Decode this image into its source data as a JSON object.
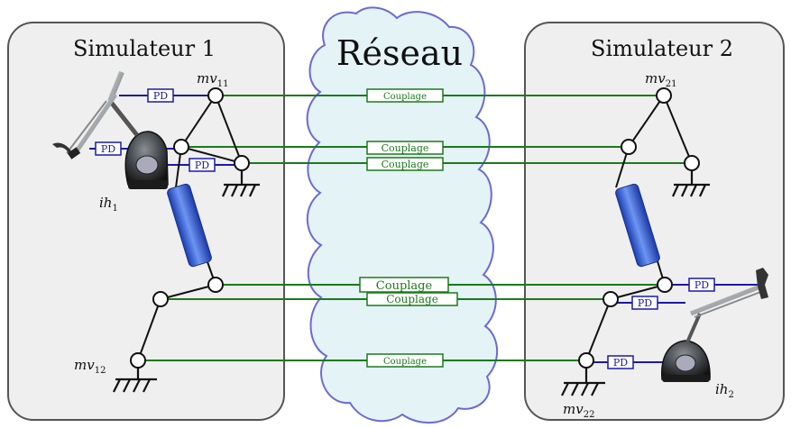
{
  "simulator_left": {
    "title": "Simulateur 1"
  },
  "simulator_right": {
    "title": "Simulateur 2"
  },
  "network": {
    "title": "Réseau"
  },
  "labels": {
    "mv11": {
      "base": "mv",
      "sub": "11"
    },
    "mv12": {
      "base": "mv",
      "sub": "12"
    },
    "mv21": {
      "base": "mv",
      "sub": "21"
    },
    "mv22": {
      "base": "mv",
      "sub": "22"
    },
    "ih1": {
      "base": "ih",
      "sub": "1"
    },
    "ih2": {
      "base": "ih",
      "sub": "2"
    }
  },
  "coupling_label": "Couplage",
  "pd_label": "PD",
  "colors": {
    "coupling_line": "#1a7a1a",
    "pd_line": "#1a1aa8",
    "network_fill": "#e4f3f6",
    "network_stroke": "#6a6ad8",
    "simulator_fill": "#efefef",
    "simulator_stroke": "#555555",
    "segment_fill": "#3f6fe0"
  },
  "icons": [
    "haptic-device-icon",
    "surgical-tool-icon",
    "ground-symbol-icon"
  ]
}
